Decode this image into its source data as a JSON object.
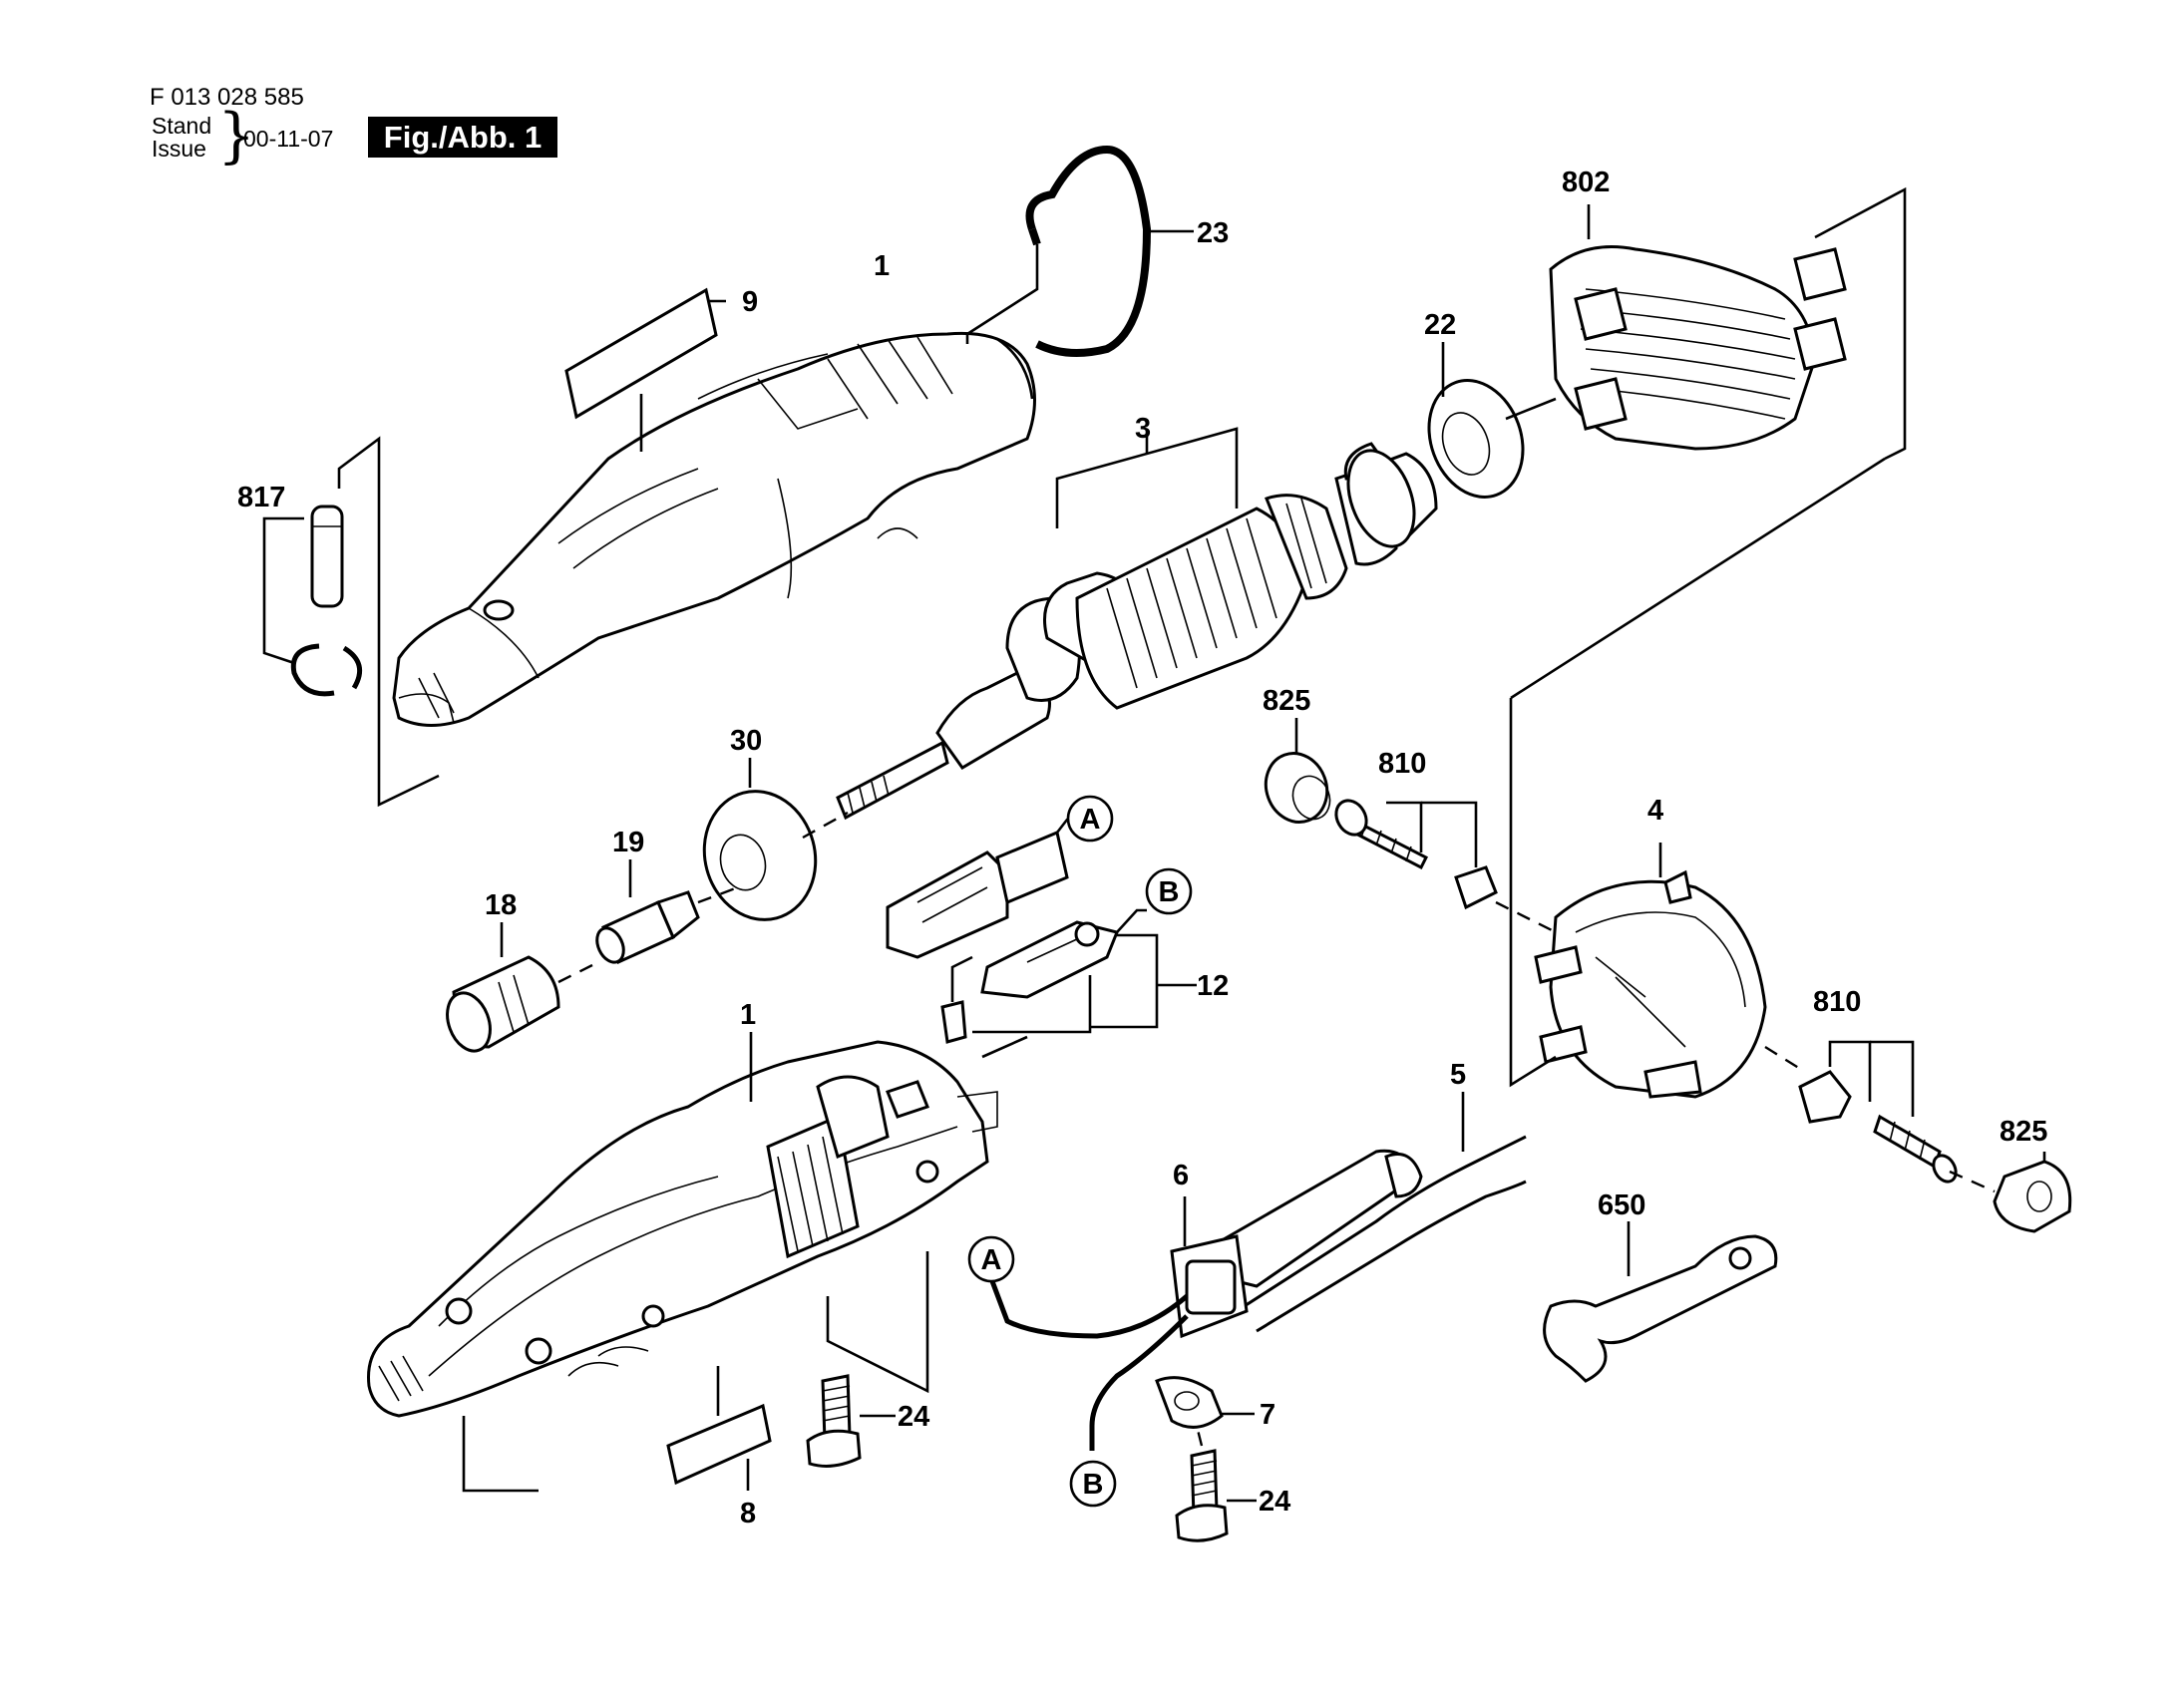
{
  "header": {
    "doc_number": "F 013 028 585",
    "stand_label": "Stand",
    "issue_label": "Issue",
    "brace": "}",
    "issue_date": "00-11-07",
    "figure_label": "Fig./Abb. 1"
  },
  "callouts": {
    "p1_top": "1",
    "p9": "9",
    "p23": "23",
    "p802": "802",
    "p22": "22",
    "p3": "3",
    "p817": "817",
    "p30": "30",
    "p19": "19",
    "p18": "18",
    "p825_left": "825",
    "p810_left": "810",
    "p4": "4",
    "p12": "12",
    "p1_bottom": "1",
    "p5": "5",
    "p810_right": "810",
    "p825_right": "825",
    "p6": "6",
    "p650": "650",
    "p24_left": "24",
    "p7": "7",
    "p24_right": "24",
    "p8": "8"
  },
  "references": {
    "a_top": "A",
    "b_top": "B",
    "a_bottom": "A",
    "b_bottom": "B"
  }
}
